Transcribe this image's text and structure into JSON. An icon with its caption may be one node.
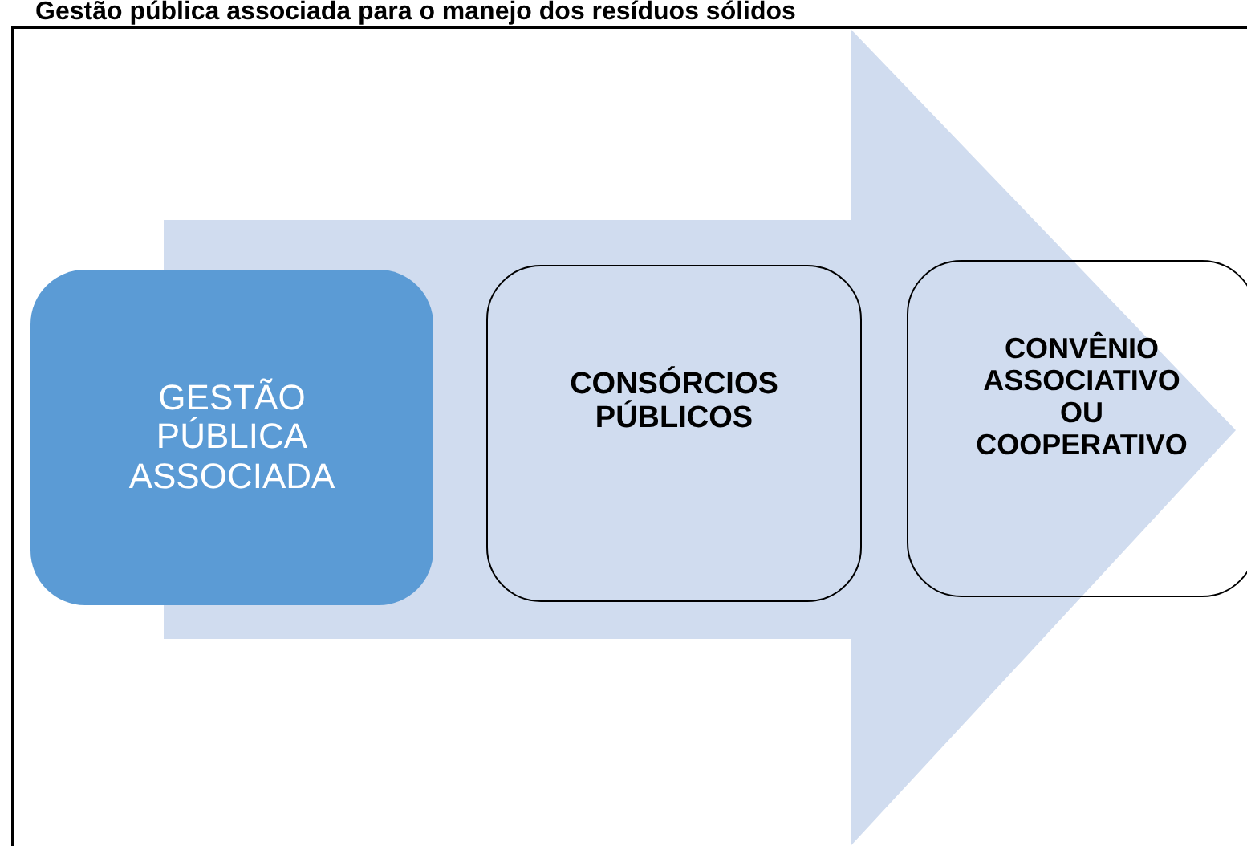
{
  "diagram": {
    "title": "Gestão pública associada para o manejo dos resíduos sólidos",
    "nodes": [
      {
        "text": [
          "GESTÃO PÚBLICA ASSOCIADA"
        ]
      },
      {
        "text": [
          "CONSÓRCIOS PÚBLICOS"
        ]
      },
      {
        "text": [
          "CONVÊNIO ASSOCIATIVO OU COOPERATIVO"
        ]
      }
    ],
    "edges": [
      {
        "from": 0,
        "to": 2,
        "arrow": "to"
      }
    ]
  }
}
